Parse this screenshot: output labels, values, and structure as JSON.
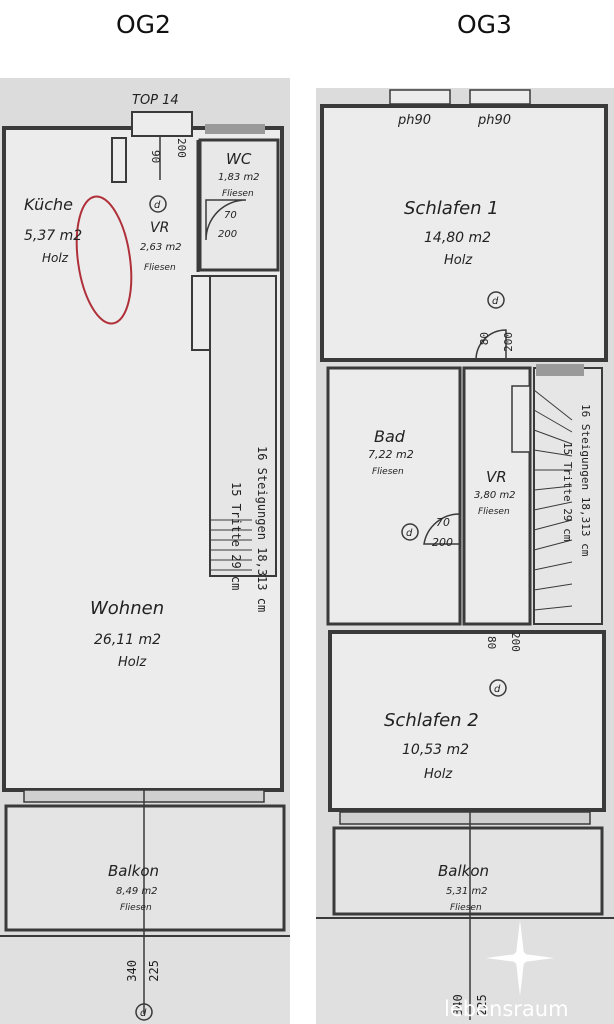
{
  "floors": {
    "og2": {
      "label": "OG2",
      "unit_label": "TOP 14",
      "kueche": {
        "name": "Küche",
        "area": "5,37 m2",
        "floor": "Holz"
      },
      "wc": {
        "name": "WC",
        "area": "1,83 m2",
        "floor": "Fliesen"
      },
      "vr": {
        "name": "VR",
        "area": "2,63 m2",
        "floor": "Fliesen"
      },
      "wohnen": {
        "name": "Wohnen",
        "area": "26,11 m2",
        "floor": "Holz"
      },
      "balkon": {
        "name": "Balkon",
        "area": "8,49 m2",
        "floor": "Fliesen"
      },
      "stair_text_1": "16 Steigungen 18,313 cm",
      "stair_text_2": "15 Tritte 29 cm",
      "door_entry_w": "90",
      "door_entry_h": "200",
      "door_wc_w": "70",
      "door_wc_h": "200",
      "balkon_dim_1": "340",
      "balkon_dim_2": "225",
      "marker": "d"
    },
    "og3": {
      "label": "OG3",
      "window_left": "ph90",
      "window_right": "ph90",
      "schlafen1": {
        "name": "Schlafen 1",
        "area": "14,80 m2",
        "floor": "Holz"
      },
      "bad": {
        "name": "Bad",
        "area": "7,22 m2",
        "floor": "Fliesen"
      },
      "vr": {
        "name": "VR",
        "area": "3,80 m2",
        "floor": "Fliesen"
      },
      "schlafen2": {
        "name": "Schlafen 2",
        "area": "10,53 m2",
        "floor": "Holz"
      },
      "balkon": {
        "name": "Balkon",
        "area": "5,31 m2",
        "floor": "Fliesen"
      },
      "stair_text_1": "16 Steigungen 18,313 cm",
      "stair_text_2": "15 Tritte 29 cm",
      "door_s1_w": "80",
      "door_s1_h": "200",
      "door_bad_w": "70",
      "door_bad_h": "200",
      "door_s2_w": "80",
      "door_s2_h": "200",
      "balkon_dim_1": "340",
      "balkon_dim_2": "225",
      "marker": "d"
    }
  },
  "watermark": "lebensraum",
  "colors": {
    "wall": "#3a3a3a",
    "floor_fill": "#ececec",
    "margin": "#d8d8d8",
    "annotation": "#b0303a"
  }
}
